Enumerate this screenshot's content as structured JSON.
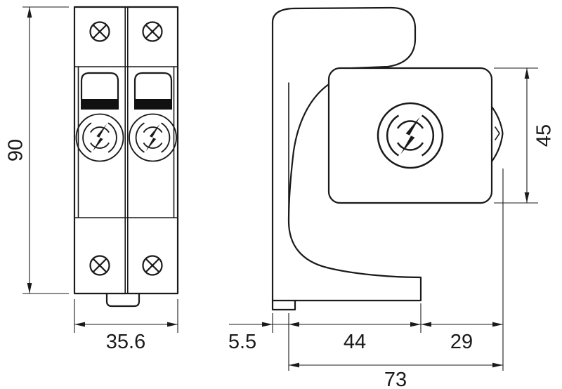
{
  "drawing": {
    "colors": {
      "line": "#1a1a1a",
      "background": "#ffffff"
    },
    "logo_icon": "lightning-circle-logo",
    "dimensions": {
      "front": {
        "height": "90",
        "width": "35.6"
      },
      "side": {
        "rail_offset": "5.5",
        "base_depth": "44",
        "module_depth": "29",
        "total_depth": "73",
        "body_height": "45"
      }
    }
  }
}
